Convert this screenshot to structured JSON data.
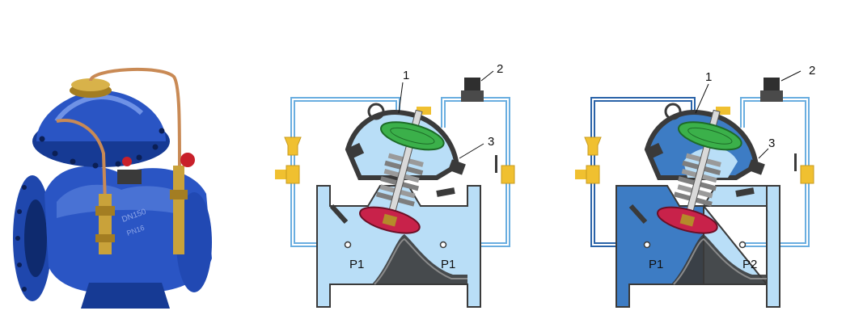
{
  "product_photo": {
    "body_color": "#2a55c4",
    "body_dark": "#163a94",
    "body_light": "#5f85e0",
    "brass": "#c9a23a",
    "copper": "#c98a55",
    "handle_red": "#c8202a",
    "casting_text_1": "DN150",
    "casting_text_2": "PN16"
  },
  "diagram_left": {
    "callouts": [
      "1",
      "2",
      "3"
    ],
    "chamber_left": "P1",
    "chamber_right": "P1"
  },
  "diagram_right": {
    "callouts": [
      "1",
      "2",
      "3"
    ],
    "chamber_left": "P1",
    "chamber_right": "P2"
  },
  "colors": {
    "water_light": "#b9def7",
    "water_dark": "#3d7cc4",
    "pipe_light": "#6aaee0",
    "pipe_dark": "#2a63a8",
    "pipe_inner": "#ffffff",
    "casing": "#3a3a3a",
    "casing_hi": "#8a8a8a",
    "diaphragm": "#3bb04a",
    "disc": "#c8224a",
    "spring": "#9a9a9a",
    "accessory": "#f0c030"
  }
}
